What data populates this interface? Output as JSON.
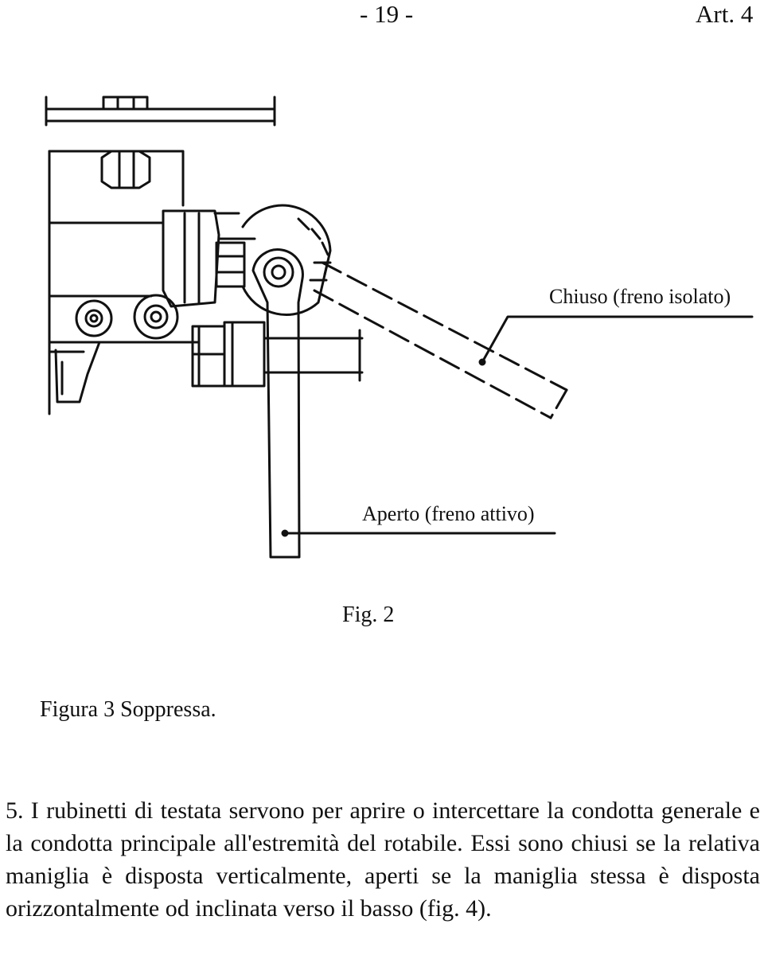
{
  "header": {
    "page_number": "- 19 -",
    "article": "Art. 4"
  },
  "figure": {
    "label_closed": "Chiuso (freno isolato)",
    "label_open": "Aperto (freno attivo)",
    "caption": "Fig. 2"
  },
  "note": {
    "figure3": "Figura 3 Soppressa."
  },
  "body": {
    "paragraph": "5. I rubinetti di testata servono per aprire o intercettare la condotta generale e la condotta principale all'estremità del rotabile. Essi sono chiusi se la relativa maniglia è disposta verticalmente, aperti se la maniglia stessa è disposta orizzontalmente od inclinata verso il basso (fig. 4)."
  }
}
